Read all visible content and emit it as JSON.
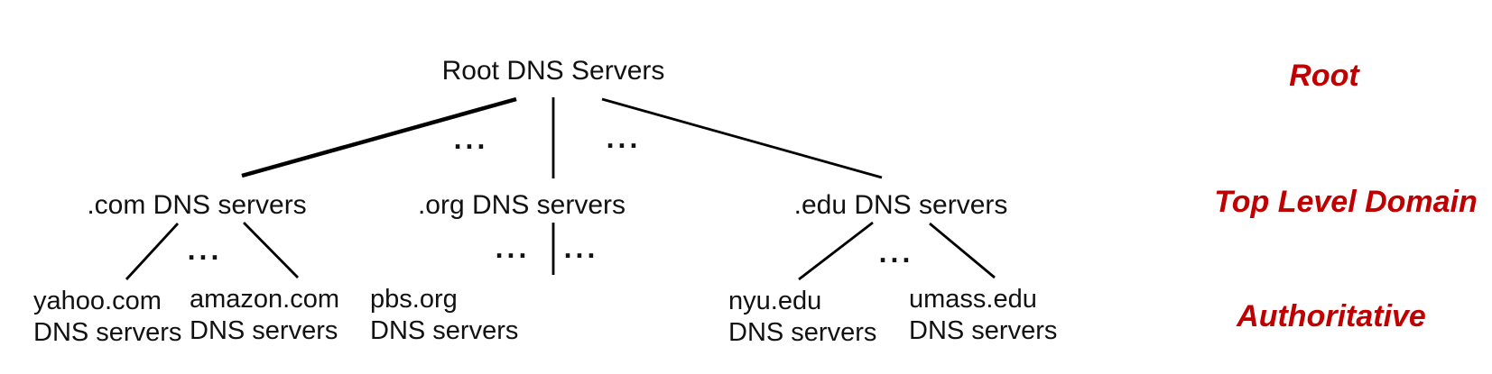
{
  "diagram": {
    "root": {
      "label": "Root DNS Servers"
    },
    "tld": [
      {
        "label": ".com DNS servers"
      },
      {
        "label": ".org DNS servers"
      },
      {
        "label": ".edu DNS servers"
      }
    ],
    "authoritative": [
      {
        "line1": "yahoo.com",
        "line2": "DNS servers"
      },
      {
        "line1": "amazon.com",
        "line2": "DNS servers"
      },
      {
        "line1": "pbs.org",
        "line2": "DNS servers"
      },
      {
        "line1": "nyu.edu",
        "line2": "DNS servers"
      },
      {
        "line1": "umass.edu",
        "line2": "DNS servers"
      }
    ],
    "ellipsis": "...",
    "levels": [
      {
        "label": "Root"
      },
      {
        "label": "Top Level Domain"
      },
      {
        "label": "Authoritative"
      }
    ],
    "colors": {
      "node_text": "#111111",
      "edge": "#000000",
      "level_label": "#c00000",
      "background": "#ffffff"
    }
  }
}
